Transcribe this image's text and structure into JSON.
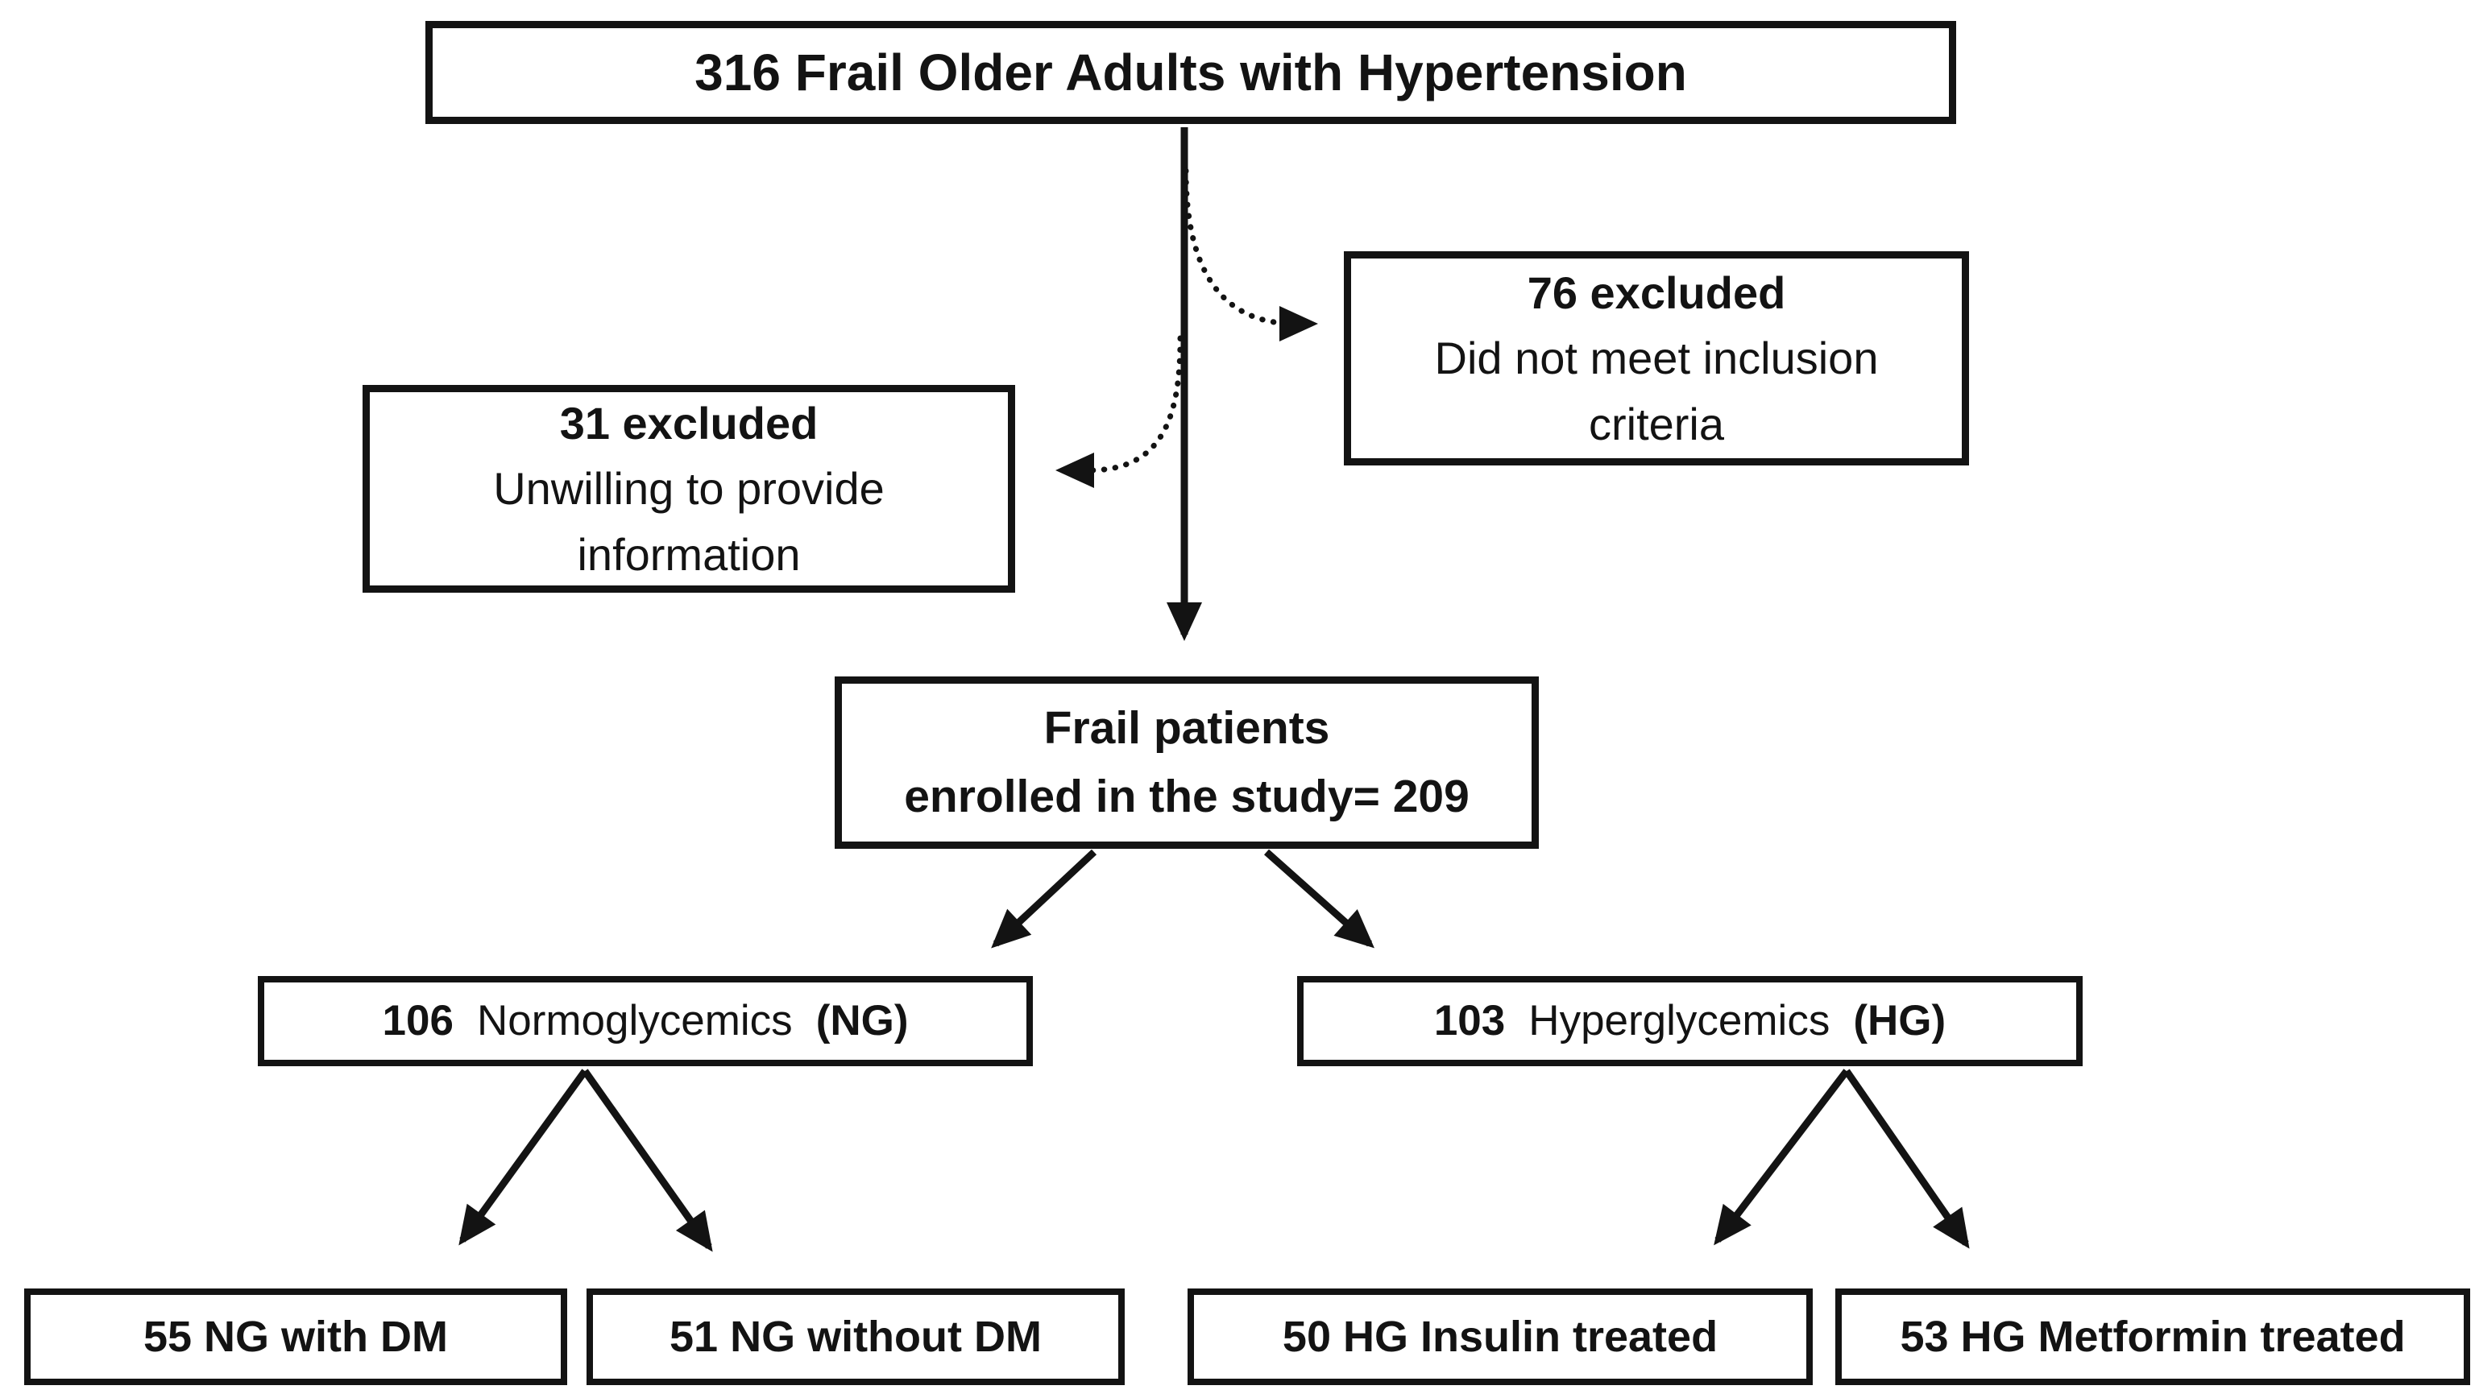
{
  "figure": {
    "background": "#ffffff",
    "ink_color": "#131313",
    "nodes": {
      "total": {
        "text": "316 Frail Older Adults with Hypertension"
      },
      "excluded_criteria": {
        "count": "76 excluded",
        "reason_line1": "Did not meet inclusion",
        "reason_line2": "criteria"
      },
      "excluded_unwilling": {
        "count": "31 excluded",
        "reason_line1": "Unwilling to provide",
        "reason_line2": "information"
      },
      "enrolled": {
        "line1": "Frail patients",
        "line2": "enrolled in the study= 209"
      },
      "normoglycemics": {
        "count": "106",
        "name": "Normoglycemics",
        "abbr": "(NG)"
      },
      "hyperglycemics": {
        "count": "103",
        "name": "Hyperglycemics",
        "abbr": "(HG)"
      },
      "ng_with_dm": {
        "text": "55 NG with DM"
      },
      "ng_without_dm": {
        "text": "51 NG without DM"
      },
      "hg_insulin": {
        "text": "50 HG Insulin treated"
      },
      "hg_metformin": {
        "text": "53 HG Metformin treated"
      }
    }
  }
}
